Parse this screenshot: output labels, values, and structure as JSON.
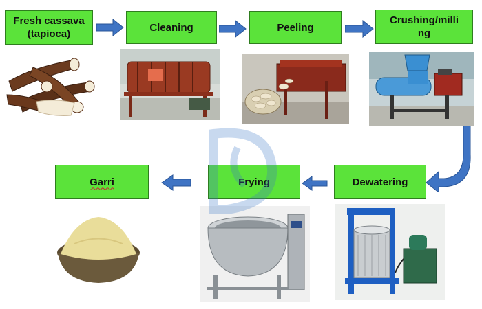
{
  "colors": {
    "box_fill": "#5be33a",
    "box_border": "#2f7d1f",
    "arrow_blue": "#3f74c4",
    "watermark_blue": "#3d78c8"
  },
  "steps": {
    "fresh_cassava": {
      "line1": "Fresh cassava",
      "line2": "(tapioca)"
    },
    "cleaning": {
      "label": "Cleaning"
    },
    "peeling": {
      "label": "Peeling"
    },
    "crushing": {
      "line1": "Crushing/milli",
      "line2": "ng"
    },
    "dewatering": {
      "label": "Dewatering"
    },
    "frying": {
      "label": "Frying"
    },
    "garri": {
      "label": "Garri"
    }
  },
  "images": {
    "cassava_roots": "cassava-roots-photo",
    "cleaning_machine": "drum-washer-photo",
    "peeling_machine": "peeling-machine-photo",
    "crushing_machine": "crusher-machine-photo",
    "dewatering_press": "hydraulic-press-photo",
    "frying_pan": "frying-kettle-photo",
    "garri_bowl": "garri-bowl-photo"
  },
  "icons": {
    "watermark": "watermark-logo-icon",
    "arrow_right": "arrow-right-icon",
    "arrow_left": "arrow-left-icon",
    "arrow_curved": "curved-arrow-down-left-icon"
  }
}
